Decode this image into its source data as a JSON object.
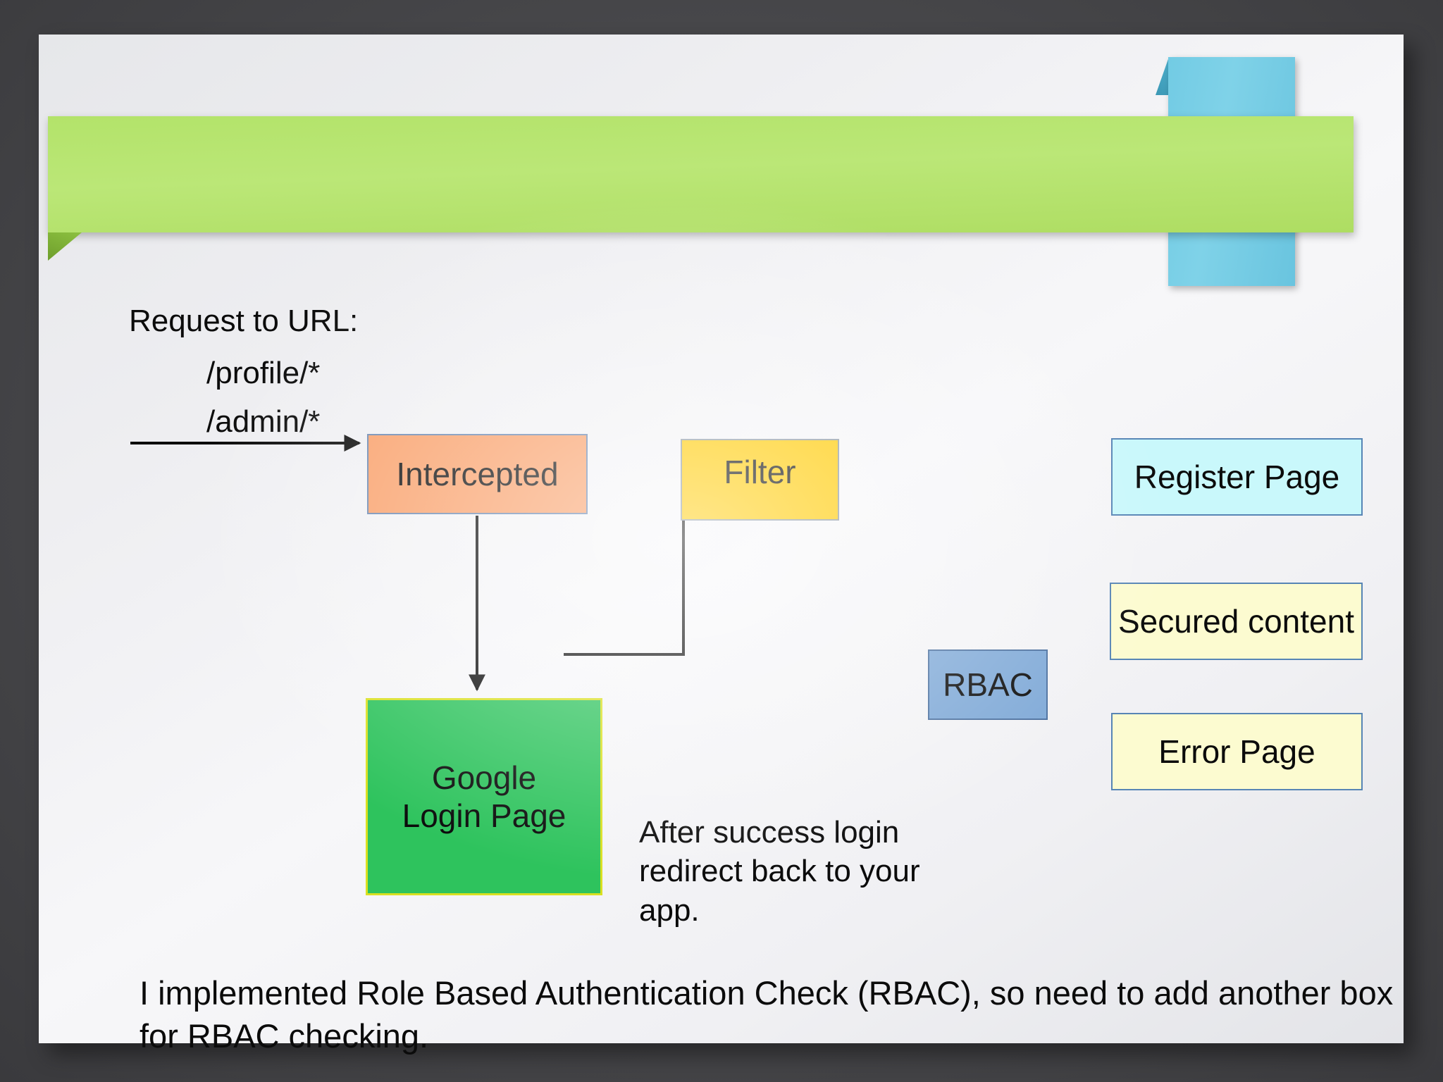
{
  "slide": {
    "banner_color": "#b3e36a",
    "ribbon_color": "#72cbe4",
    "background_color": "#eeeef1",
    "backdrop_color": "#4a4a4c"
  },
  "labels": {
    "request_title": "Request to URL:",
    "url_profile": "/profile/*",
    "url_admin": "/admin/*",
    "redirect_note": "After success login redirect back to your app.",
    "caption": "I implemented Role Based Authentication Check (RBAC), so need to add another box for RBAC checking."
  },
  "diagram": {
    "type": "flowchart",
    "nodes": [
      {
        "id": "intercepted",
        "label": "Intercepted",
        "fill": "#f9a06a",
        "border": "#6a87b0"
      },
      {
        "id": "filter",
        "label": "Filter",
        "fill": "#ffcb05",
        "border": "#8f9aa3"
      },
      {
        "id": "google_login",
        "label": "Google\nLogin Page",
        "fill": "#2ec35d",
        "border": "#d9e021"
      },
      {
        "id": "rbac",
        "label": "RBAC",
        "fill": "#7fa9d7",
        "border": "#4a6f9e"
      },
      {
        "id": "register_page",
        "label": "Register Page",
        "fill": "#c9f8fb",
        "border": "#5785b5"
      },
      {
        "id": "secured_content",
        "label": "Secured content",
        "fill": "#fcfbd0",
        "border": "#5785b5"
      },
      {
        "id": "error_page",
        "label": "Error Page",
        "fill": "#fcfbd0",
        "border": "#5785b5"
      }
    ],
    "edges": [
      {
        "from": "request",
        "to": "intercepted",
        "style": "arrow-right"
      },
      {
        "from": "intercepted",
        "to": "google_login",
        "style": "arrow-down"
      },
      {
        "from": "google_login",
        "to": "filter",
        "style": "elbow-arrow-right"
      }
    ]
  }
}
